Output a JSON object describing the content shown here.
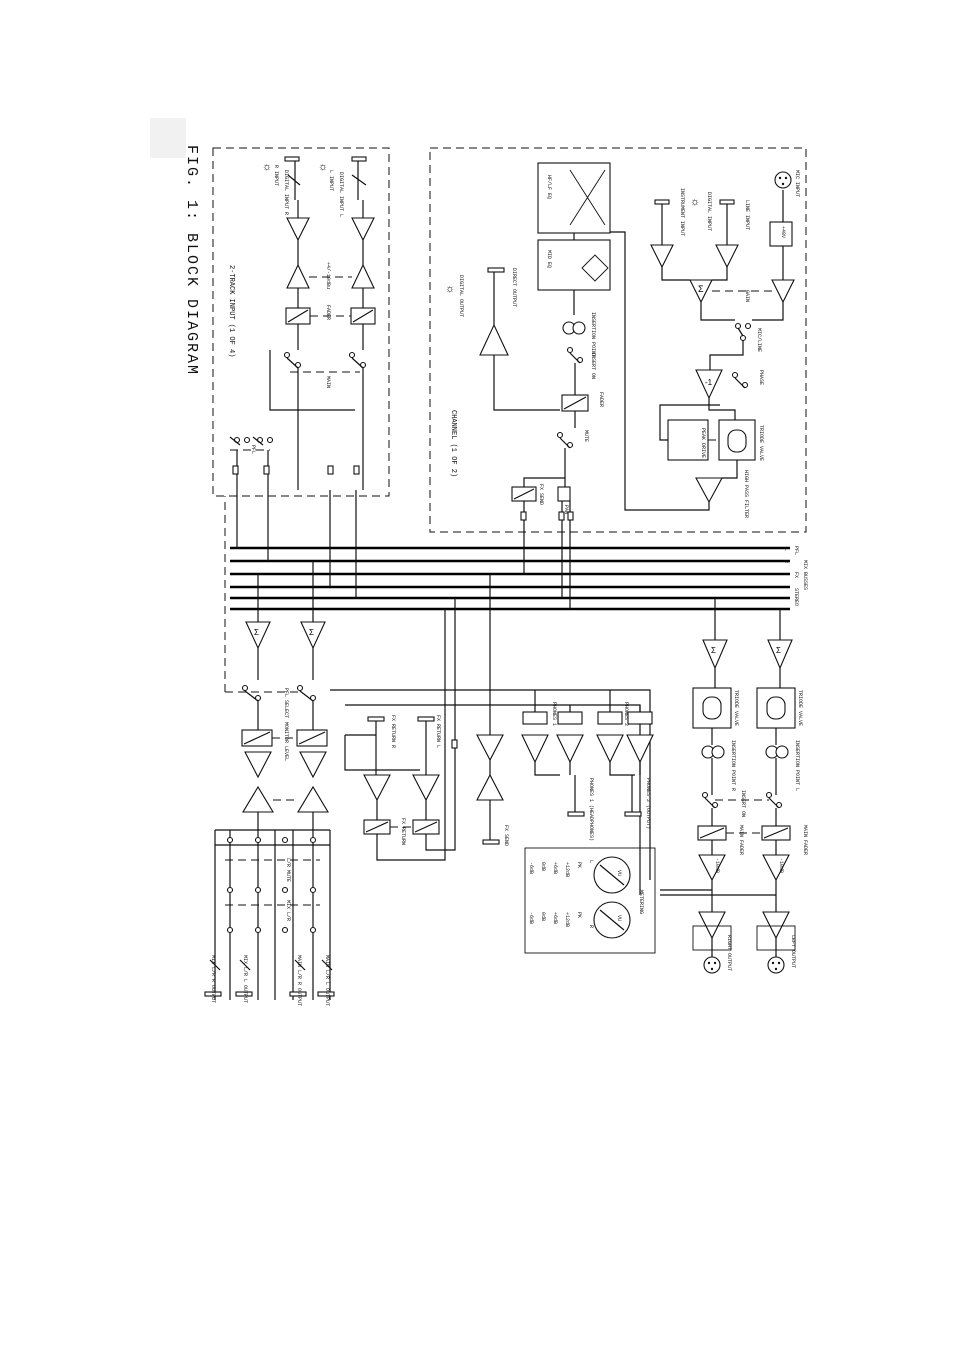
{
  "figure": {
    "title": "FIG. 1: BLOCK DIAGRAM",
    "sections": {
      "two_track": "2-TRACK INPUT (1 OF 4)",
      "channel": "CHANNEL (1 OF 2)"
    }
  },
  "two_track": {
    "l_input": "L INPUT",
    "r_input": "R INPUT",
    "digital_input_l": "DIGITAL INPUT L",
    "digital_input_r": "DIGITAL INPUT R",
    "gain": "+4/-10dBu",
    "fader": "FADER",
    "main": "MAIN",
    "pfl": "PFL"
  },
  "channel": {
    "mic_input": "MIC INPUT",
    "phantom": "+48V",
    "line_input": "LINE INPUT",
    "digital_input": "DIGITAL INPUT",
    "instrument_input": "INSTRUMENT INPUT",
    "gain": "GAIN",
    "mic_line": "MIC/LINE",
    "phase": "PHASE",
    "triode_valve": "TRIODE VALVE",
    "pk_drive": "PEAK DRIVE",
    "hpf": "HIGH PASS FILTER",
    "lf_eq": "HF/LF EQ",
    "mid_eq": "MID EQ",
    "insertion_point": "INSERTION POINT",
    "insert_on": "INSERT ON",
    "direct_output": "DIRECT OUTPUT",
    "digital_output": "DIGITAL OUTPUT",
    "fader": "FADER",
    "mute": "MUTE",
    "fx_send": "FX SEND",
    "pan": "PAN"
  },
  "busses": {
    "pfl": "PFL",
    "fx": "FX",
    "mix": "MIX BUSSES",
    "stereo": "STEREO",
    "l": "L",
    "r": "R"
  },
  "master": {
    "pfl_select": "PFL SELECT",
    "monitor_level": "MONITOR LEVEL",
    "fx_return_l": "FX RETURN L",
    "fx_return_r": "FX RETURN R",
    "fx_return": "FX RETURN",
    "fx_send": "FX SEND",
    "phones_1": "PHONES 1",
    "phones_2": "PHONES 2",
    "phones_1_jack": "PHONES 1 (HEADPHONES)",
    "phones_2_jack": "PHONES 2 (OUTPUT)",
    "lr_mute": "L/R MUTE",
    "mix_lr": "MIX L/R",
    "mix_lr_r_output": "MIX L/R R OUTPUT",
    "mix_lr_l_output": "MIX L/R L OUTPUT",
    "main_lr_r_output": "MAIN L/R R OUTPUT",
    "main_lr_l_output": "MAIN L/R L OUTPUT",
    "triode_valve_l": "TRIODE VALVE",
    "triode_valve_r": "TRIODE VALVE",
    "insertion_l": "INSERTION POINT L",
    "insertion_r": "INSERTION POINT R",
    "insert_on": "INSERT ON",
    "main_fader_l": "MAIN FADER",
    "main_fader_r": "MAIN FADER",
    "minus_10db": "-10dB",
    "metering": "METERING",
    "meter_l": "L",
    "meter_r": "R",
    "meter_scale": [
      "PK",
      "+12dB",
      "+6dB",
      "0dB",
      "-6dB"
    ],
    "vu": "VU",
    "right_output": "RIGHT OUTPUT",
    "left_output": "LEFT OUTPUT"
  }
}
